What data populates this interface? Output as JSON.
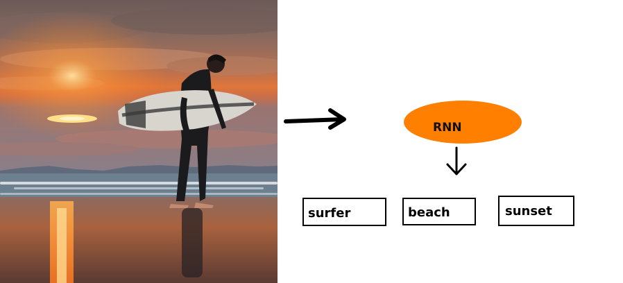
{
  "photo": {
    "subject": "surfer-with-surfboard-icon",
    "colors": {
      "sky_top": "#6e5a55",
      "sky_mid": "#b86d45",
      "horizon_glow": "#ff7a1e",
      "sun": "#ffd27a",
      "mountains": "#5d6a7a",
      "sea": "#6f8291",
      "wet_sand": "#7a5f58",
      "reflection": "#ff9a3c",
      "wetsuit": "#1a1a1c",
      "board": "#d9d6d0"
    }
  },
  "model": {
    "label": "RNN",
    "color": "#ff8000"
  },
  "tags": [
    {
      "label": "surfer"
    },
    {
      "label": "beach"
    },
    {
      "label": "sunset"
    }
  ]
}
